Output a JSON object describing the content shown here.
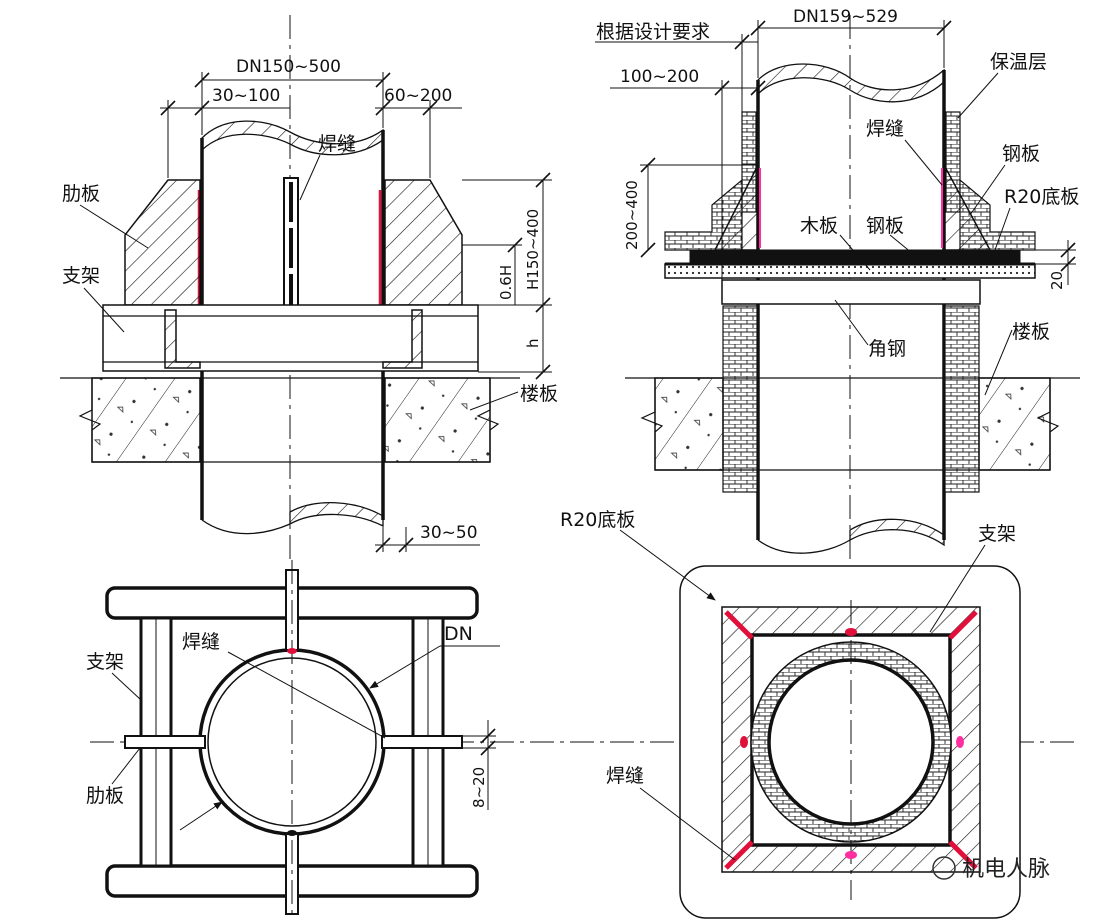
{
  "labels": {
    "rib_plate": "肋板",
    "weld": "焊缝",
    "support": "支架",
    "floor_slab": "楼板",
    "design_req": "根据设计要求",
    "insulation": "保温层",
    "steel_plate": "钢板",
    "r20_base": "R20底板",
    "wood_board": "木板",
    "angle_steel": "角钢",
    "dn": "DN"
  },
  "dims": {
    "dn_left": "DN150~500",
    "d_30_100": "30~100",
    "d_60_200": "60~200",
    "d_h150_400": "H150~400",
    "d_06h": "0.6H",
    "d_h": "h",
    "d_30_50": "30~50",
    "d_8_20": "8~20",
    "dn_right": "DN159~529",
    "d_100_200": "100~200",
    "d_200_400": "200~400",
    "d_20": "20"
  },
  "watermark": "机电人脉",
  "colors": {
    "line": "#111111",
    "weld_red": "#e0103a",
    "weld_pink": "#ff2fa0"
  }
}
